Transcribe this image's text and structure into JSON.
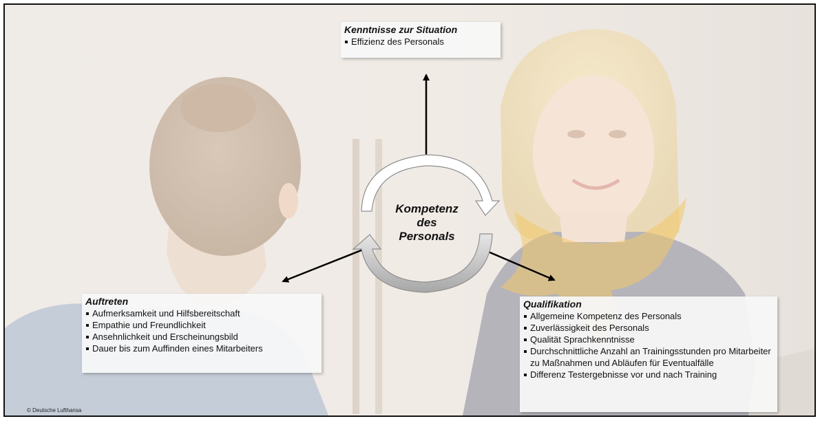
{
  "diagram": {
    "center": {
      "line1": "Kompetenz",
      "line2": "des",
      "line3": "Personals"
    },
    "boxes": {
      "top": {
        "title": "Kenntnisse zur Situation",
        "items": [
          "Effizienz des Personals"
        ]
      },
      "left": {
        "title": "Auftreten",
        "items": [
          "Aufmerksamkeit und Hilfsbereitschaft",
          "Empathie und Freundlichkeit",
          "Ansehnlichkeit und Erscheinungsbild",
          "Dauer bis zum Auffinden eines Mitarbeiters"
        ]
      },
      "right": {
        "title": "Qualifikation",
        "items": [
          "Allgemeine Kompetenz des Personals",
          "Zuverlässigkeit des Personals",
          "Qualität Sprachkenntnisse",
          "Durchschnittliche Anzahl an Trainingsstunden pro Mitarbeiter zu Maßnahmen und Abläufen für Eventualfälle",
          "Differenz Testergebnisse vor und nach Training"
        ]
      }
    }
  },
  "copyright": "© Deutsche Lufthansa",
  "colors": {
    "box_background": "#f7f7f7",
    "scarf": "#f3c868",
    "uniform": "#6f6f77",
    "arrow": "#000000"
  }
}
